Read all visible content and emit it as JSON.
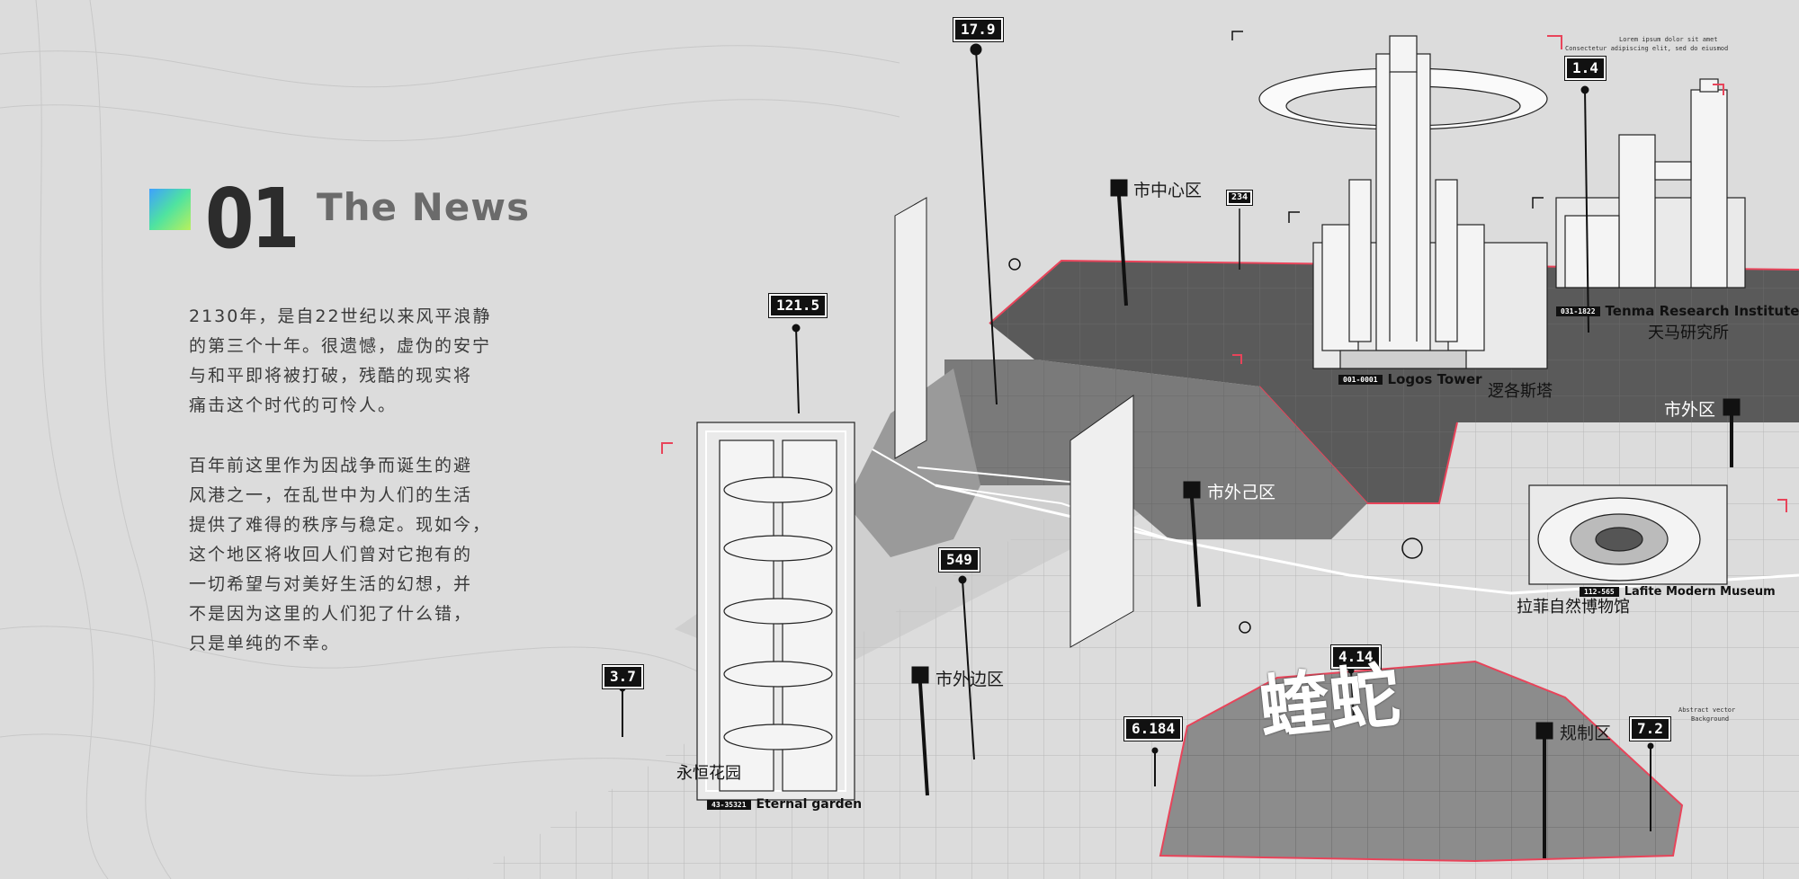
{
  "header": {
    "number": "01",
    "title": "The News"
  },
  "intro": {
    "paragraph1": "2130年，是自22世纪以来风平浪静\n的第三个十年。很遗憾，虚伪的安宁\n与和平即将被打破，残酷的现实将\n痛击这个时代的可怜人。",
    "paragraph2": "百年前这里作为因战争而诞生的避\n风港之一，在乱世中为人们的生活\n提供了难得的秩序与稳定。现如今，\n这个地区将收回人们曾对它抱有的\n一切希望与对美好生活的幻想，并\n不是因为这里的人们犯了什么错，\n只是单纯的不幸。"
  },
  "markers": {
    "m1": "17.9",
    "m2": "121.5",
    "m3": "549",
    "m4": "3.7",
    "m5": "1.4",
    "m6": "234",
    "m7": "4.14",
    "m8": "6.184",
    "m9": "7.2"
  },
  "districts": {
    "center": "市中心区",
    "outer": "市外区",
    "outer_self": "市外己区",
    "outer_edge": "市外边区",
    "restricted": "规制区"
  },
  "buildings": {
    "logos": {
      "code": "001-0001",
      "en": "Logos Tower",
      "cn": "逻各斯塔"
    },
    "tenma": {
      "code": "031-1822",
      "en": "Tenma Research Institute",
      "cn": "天马研究所"
    },
    "lafite": {
      "code": "112-565",
      "en": "Lafite Modern Museum",
      "cn": "拉菲自然博物馆"
    },
    "eternal": {
      "code": "43-35321",
      "en": "Eternal garden",
      "cn": "永恒花园"
    }
  },
  "misc": {
    "lorem1": "Lorem ipsum dolor sit amet",
    "lorem2": "Consectetur adipiscing elit, sed do eiusmod",
    "tiny_right1": "Abstract vector",
    "tiny_right2": "Background",
    "logo_text": "蝰蛇"
  },
  "colors": {
    "accent": "#e8445a",
    "gradient_start": "#3ea0ff",
    "gradient_end": "#b8f05c"
  }
}
